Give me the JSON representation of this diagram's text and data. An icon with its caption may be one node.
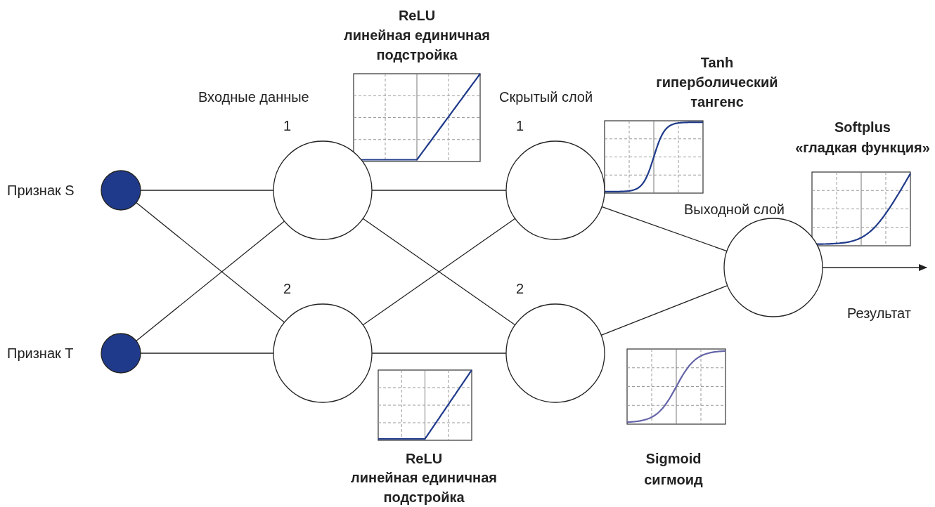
{
  "diagram": {
    "nodes": [
      {
        "text": [],
        "shape": "circle",
        "beside": [
          "Признак S"
        ]
      },
      {
        "text": [],
        "shape": "circle",
        "beside": [
          "Признак T"
        ]
      },
      {
        "text": [
          "1"
        ],
        "beside": [
          "Входные данные"
        ]
      },
      {
        "text": [
          "2"
        ]
      },
      {
        "text": [
          "1"
        ],
        "beside": [
          "Скрытый слой"
        ]
      },
      {
        "text": [
          "2"
        ]
      },
      {
        "text": [],
        "shape": "circle",
        "beside": [
          "Выходной слой"
        ]
      }
    ],
    "edges": [
      {
        "from": 0,
        "to": 2,
        "arrow": "none"
      },
      {
        "from": 0,
        "to": 3,
        "arrow": "none"
      },
      {
        "from": 1,
        "to": 2,
        "arrow": "none"
      },
      {
        "from": 1,
        "to": 3,
        "arrow": "none"
      },
      {
        "from": 2,
        "to": 4,
        "arrow": "none"
      },
      {
        "from": 2,
        "to": 5,
        "arrow": "none"
      },
      {
        "from": 3,
        "to": 4,
        "arrow": "none"
      },
      {
        "from": 3,
        "to": 5,
        "arrow": "none"
      },
      {
        "from": 4,
        "to": 6,
        "arrow": "none"
      },
      {
        "from": 5,
        "to": 6,
        "arrow": "none"
      },
      {
        "from": 6,
        "to": null,
        "arrow": "to",
        "label": "Результат"
      }
    ],
    "labels": [
      "ReLU",
      "линейная единичная подстройка",
      "Tanh",
      "гиперболический тангенс",
      "Softplus",
      "«гладкая функция»",
      "ReLU",
      "линейная единичная подстройка",
      "Sigmoid",
      "сигмоид"
    ]
  }
}
